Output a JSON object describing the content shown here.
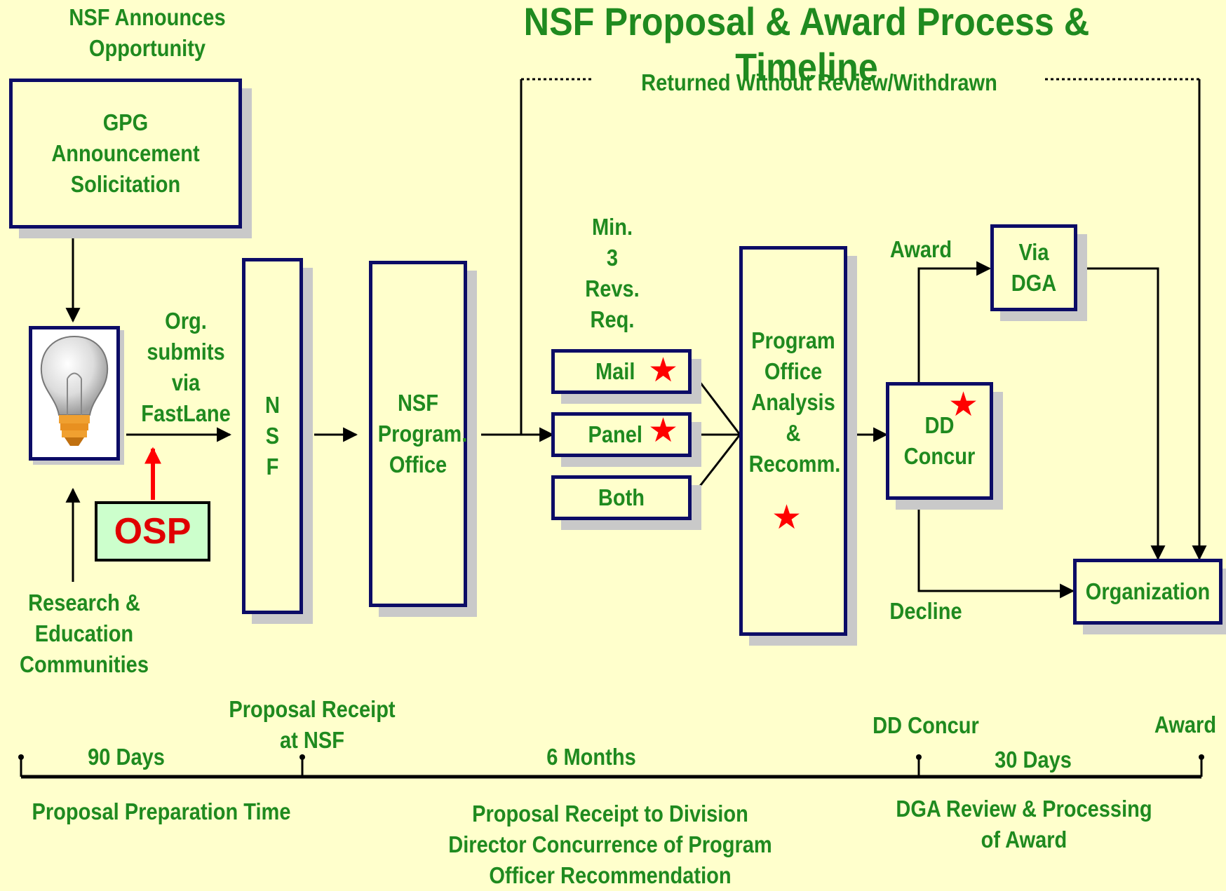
{
  "title": "NSF Proposal & Award Process & Timeline",
  "header_left": "NSF  Announces\nOpportunity",
  "boxes": {
    "gpg": "GPG\nAnnouncement\nSolicitation",
    "nsf": "N\nS\nF",
    "program_office": "NSF\nProgram.\nOffice",
    "mail": "Mail",
    "panel": "Panel",
    "both": "Both",
    "analysis": "Program\nOffice\nAnalysis\n&\nRecomm.",
    "dd_concur": "DD\nConcur",
    "via_dga": "Via\nDGA",
    "organization": "Organization",
    "osp": "OSP"
  },
  "labels": {
    "org_submits": "Org.\nsubmits\nvia\nFastLane",
    "research": "Research &\nEducation\nCommunities",
    "returned": "Returned Without Review/Withdrawn",
    "min_revs": "Min.\n3\nRevs.\nReq.",
    "award": "Award",
    "decline": "Decline"
  },
  "timeline": {
    "days_90": "90 Days",
    "proposal_receipt": "Proposal Receipt\nat NSF",
    "months_6": "6 Months",
    "dd_concur": "DD Concur",
    "days_30": "30 Days",
    "award": "Award",
    "prep_time": "Proposal Preparation  Time",
    "receipt_to_division": "Proposal Receipt to Division\nDirector Concurrence of Program\nOfficer  Recommendation",
    "dga_review": "DGA Review & Processing\nof Award"
  },
  "colors": {
    "background": "#ffffcc",
    "text": "#1f8a1f",
    "box_border": "#0c0c66",
    "star": "#ff0000",
    "osp_fill": "#ccffcc"
  },
  "icons": [
    "light-bulb-icon",
    "star-icon"
  ]
}
